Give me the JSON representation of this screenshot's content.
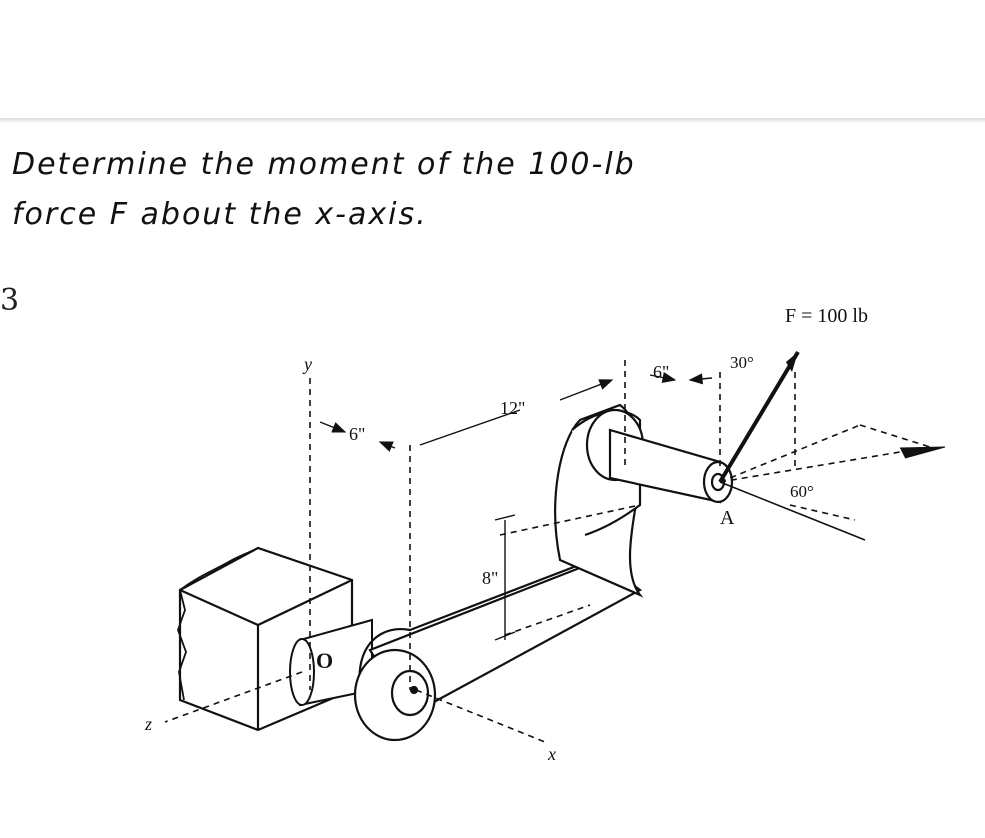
{
  "problem": {
    "line1": "Determine the moment of the 100-lb",
    "line2": "force F about the x-axis."
  },
  "page_number": "3",
  "figure": {
    "force_label": "F = 100 lb",
    "point_a": "A",
    "point_o": "O",
    "axis_x": "x",
    "axis_y": "y",
    "axis_z": "z",
    "dim_6_left": "6\"",
    "dim_12": "12\"",
    "dim_6_right": "6\"",
    "dim_8": "8\"",
    "angle_30": "30°",
    "angle_60": "60°"
  }
}
